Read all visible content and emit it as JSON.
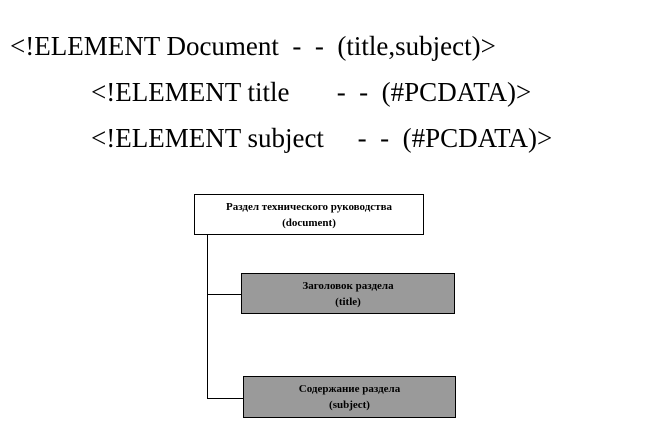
{
  "dtd": [
    "<!ELEMENT Document  -  -  (title,subject)>",
    "<!ELEMENT title       -  -  (#PCDATA)>",
    "<!ELEMENT subject     -  -  (#PCDATA)>"
  ],
  "tree": {
    "root": {
      "label": "Раздел технического руководства",
      "tag": "(document)"
    },
    "children": [
      {
        "label": "Заголовок раздела",
        "tag": "(title)"
      },
      {
        "label": "Содержание раздела",
        "tag": "(subject)"
      }
    ]
  },
  "colors": {
    "root_fill": "#ffffff",
    "child_fill": "#9a9a9a",
    "line": "#000000"
  }
}
